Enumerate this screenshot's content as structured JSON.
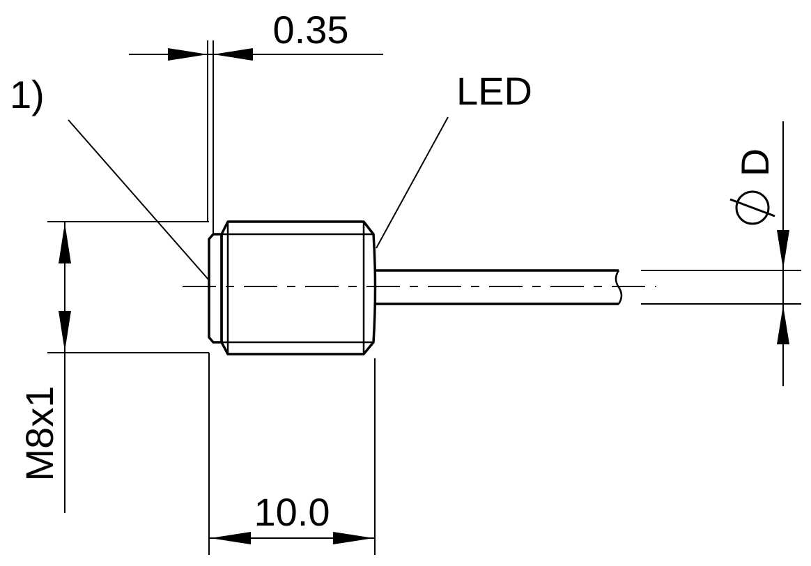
{
  "labels": {
    "clearance": "0.35",
    "note": "1)",
    "led": "LED",
    "diameter": "D",
    "thread": "M8x1",
    "length": "10.0"
  },
  "colors": {
    "line": "#000000",
    "background": "#ffffff"
  }
}
